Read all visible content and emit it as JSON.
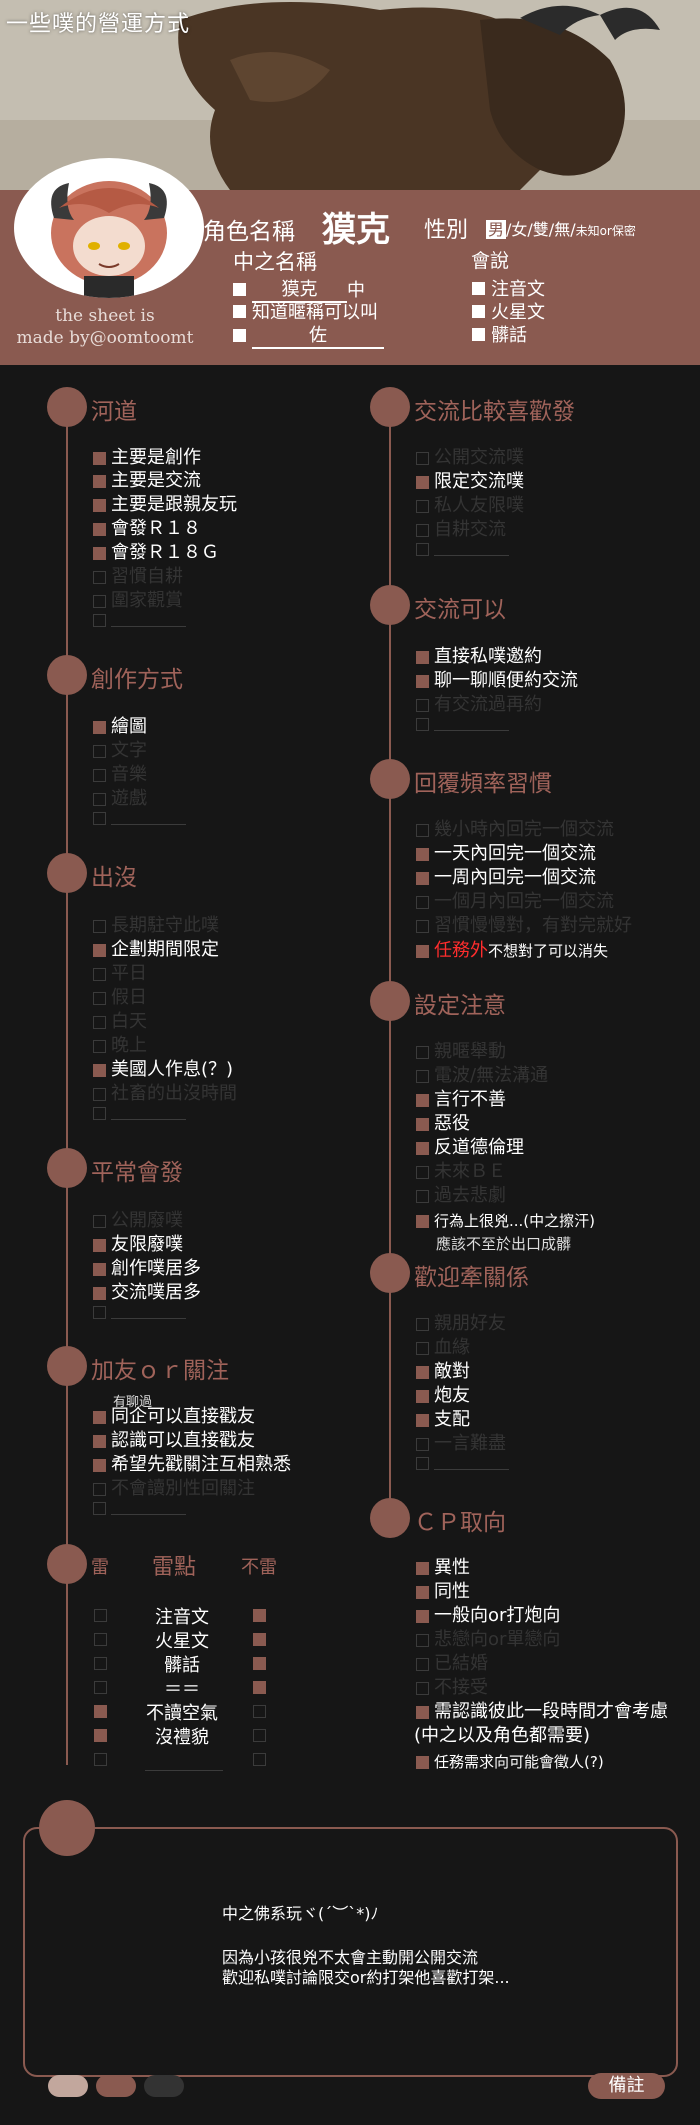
{
  "header": {
    "title": "一些噗的營運方式",
    "credit_line1": "the sheet is",
    "credit_line2": "made by@oomtoomt",
    "name_label": "角色名稱",
    "name_value": "獏克",
    "gender_label": "性別",
    "gender_selected": "男",
    "gender_rest": "/女/雙/無/",
    "gender_unknown": "未知or保密",
    "cn_title": "中之名稱",
    "cn_items": [
      {
        "prefix": "",
        "value": "獏克",
        "suffix": "中"
      },
      {
        "prefix": "知道暱稱可以叫",
        "value": "",
        "suffix": ""
      },
      {
        "prefix": "",
        "value": "佐",
        "suffix": ""
      }
    ],
    "lang_title": "會說",
    "lang_items": [
      "注音文",
      "火星文",
      "髒話"
    ]
  },
  "sections": {
    "river": {
      "title": "河道",
      "items": [
        "主要是創作",
        "主要是交流",
        "主要是跟親友玩",
        "會發Ｒ１８",
        "會發Ｒ１８Ｇ",
        "習慣自耕",
        "圍家觀賞"
      ]
    },
    "create": {
      "title": "創作方式",
      "items": [
        "繪圖",
        "文字",
        "音樂",
        "遊戲"
      ]
    },
    "appear": {
      "title": "出沒",
      "items": [
        "長期駐守此噗",
        "企劃期間限定",
        "平日",
        "假日",
        "白天",
        "晚上",
        "美國人作息(？)",
        "社畜的出沒時間"
      ]
    },
    "usual": {
      "title": "平常會發",
      "items": [
        "公開廢噗",
        "友限廢噗",
        "創作噗居多",
        "交流噗居多"
      ]
    },
    "follow": {
      "title": "加友ｏｒ關注",
      "note": "有聊過",
      "items": [
        "同企可以直接戳友",
        "認識可以直接戳友",
        "希望先戳關注互相熟悉",
        "不會讀別性回關注"
      ]
    },
    "prefer": {
      "title": "交流比較喜歡發",
      "items": [
        "公開交流噗",
        "限定交流噗",
        "私人友限噗",
        "自耕交流"
      ]
    },
    "ok": {
      "title": "交流可以",
      "items": [
        "直接私噗邀約",
        "聊一聊順便約交流",
        "有交流過再約"
      ]
    },
    "reply": {
      "title": "回覆頻率習慣",
      "items": [
        "幾小時內回完一個交流",
        "一天內回完一個交流",
        "一周內回完一個交流",
        "一個月內回完一個交流",
        "習慣慢慢對，有對完就好"
      ],
      "last_red": "任務外",
      "last_rest": "不想對了可以消失"
    },
    "setting": {
      "title": "設定注意",
      "items": [
        "親暱舉動",
        "電波/無法溝通",
        "言行不善",
        "惡役",
        "反道德倫理",
        "未來ＢＥ",
        "過去悲劇"
      ],
      "last": "行為上很兇...(中之擦汗)",
      "last_sub": "應該不至於出口成髒"
    },
    "welcome": {
      "title": "歡迎牽關係",
      "items": [
        "親朋好友",
        "血緣",
        "敵對",
        "炮友",
        "支配",
        "一言難盡"
      ]
    },
    "cp": {
      "title": "ＣＰ取向",
      "items": [
        "異性",
        "同性",
        "一般向or打炮向",
        "悲戀向or單戀向",
        "已結婚",
        "不接受"
      ],
      "extra1": "需認識彼此一段時間才會考慮",
      "extra1b": "(中之以及角色都需要)",
      "extra2": "任務需求向可能會徵人(?)"
    }
  },
  "mines": {
    "col_left": "雷",
    "col_mid": "雷點",
    "col_right": "不雷",
    "rows": [
      "注音文",
      "火星文",
      "髒話",
      "＝＝",
      "不讀空氣",
      "沒禮貌"
    ]
  },
  "note": {
    "line1": "中之佛系玩ヾ(´︶`*)ﾉ",
    "line2": "因為小孩很兇不太會主動開公開交流",
    "line3": "歡迎私噗討論限交or約打架他喜歡打架..."
  },
  "footer": {
    "memo": "備註"
  },
  "colors": {
    "accent": "#8a5a50",
    "bg": "#161616",
    "swatches": [
      "#c2a79d",
      "#8a5a50",
      "#333333"
    ]
  }
}
